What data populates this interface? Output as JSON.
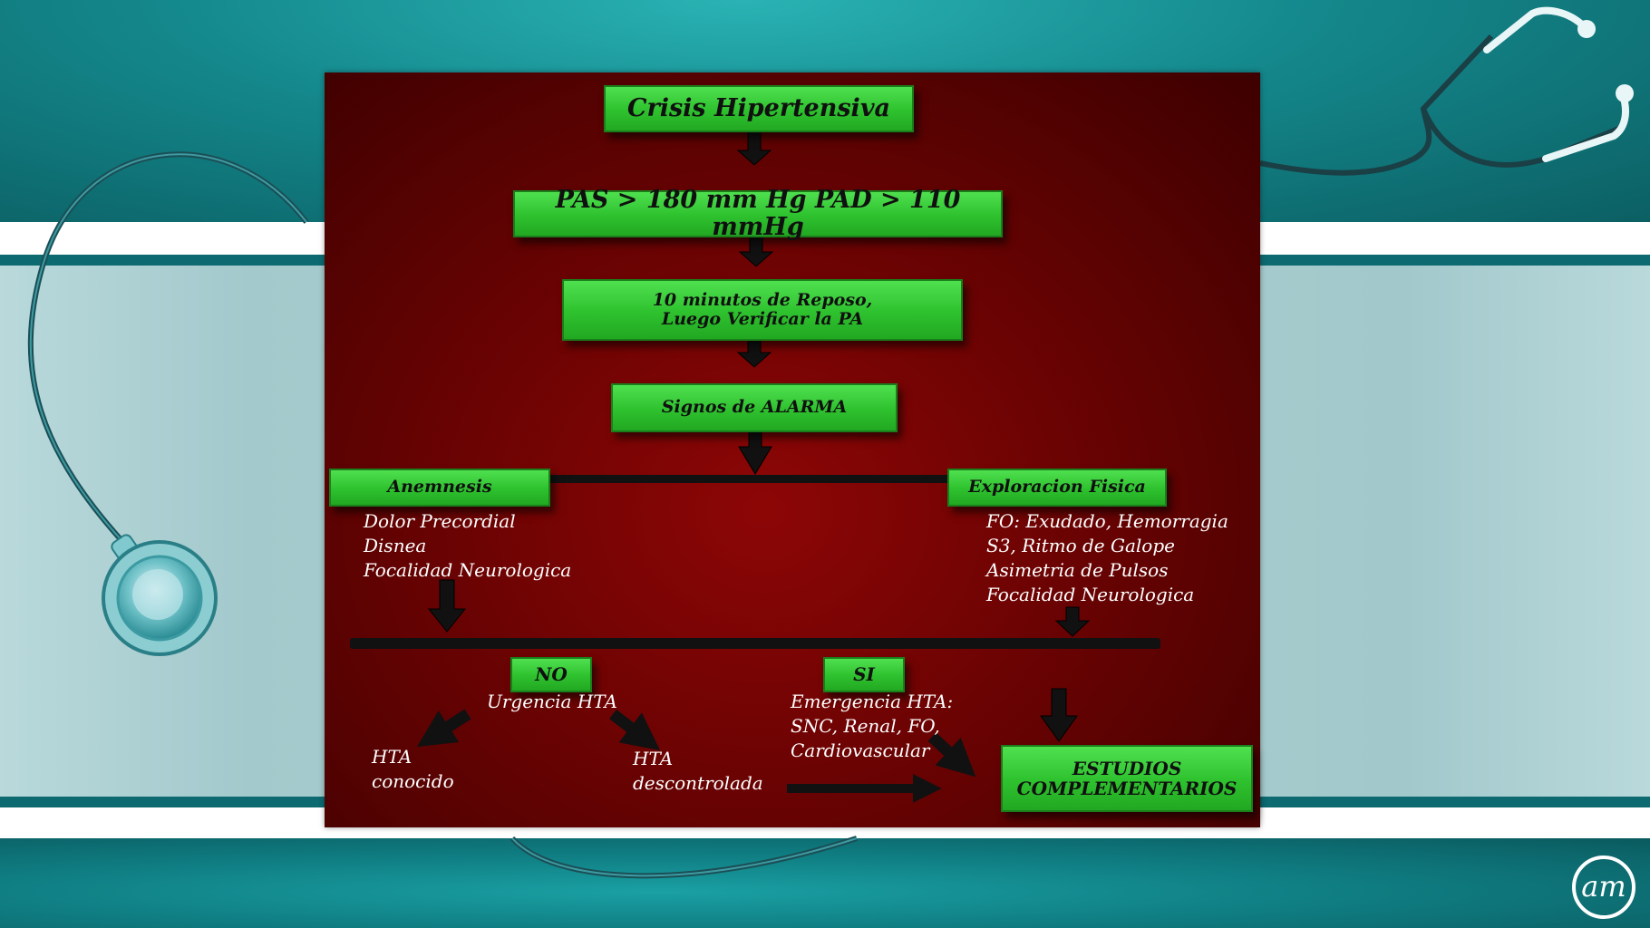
{
  "diagram": {
    "title": "Crisis Hipertensiva",
    "criteria": "PAS > 180 mm Hg PAD > 110 mmHg",
    "rest": {
      "line1": "10 minutos de Reposo,",
      "line2": "Luego Verificar la PA"
    },
    "alarm": "Signos de ALARMA",
    "anamnesis": {
      "label": "Anemnesis",
      "items": [
        "Dolor Precordial",
        "Disnea",
        "Focalidad Neurologica"
      ]
    },
    "exploration": {
      "label": "Exploracion Fisica",
      "items": [
        "FO: Exudado, Hemorragia",
        "S3, Ritmo de Galope",
        "Asimetria de Pulsos",
        "Focalidad Neurologica"
      ]
    },
    "no": {
      "label": "NO",
      "subtitle": "Urgencia HTA",
      "left": {
        "line1": "HTA",
        "line2": "conocido"
      },
      "right": {
        "line1": "HTA",
        "line2": "descontrolada"
      }
    },
    "si": {
      "label": "SI",
      "lines": [
        "Emergencia HTA:",
        "SNC, Renal, FO,",
        "Cardiovascular"
      ]
    },
    "studies": {
      "line1": "ESTUDIOS",
      "line2": "COMPLEMENTARIOS"
    }
  },
  "colors": {
    "slide_red": "#8d0606",
    "box_green": "#3fd63f",
    "teal": "#0d6d72"
  },
  "icons": [
    "stethoscope-icon",
    "am-logo-icon"
  ]
}
